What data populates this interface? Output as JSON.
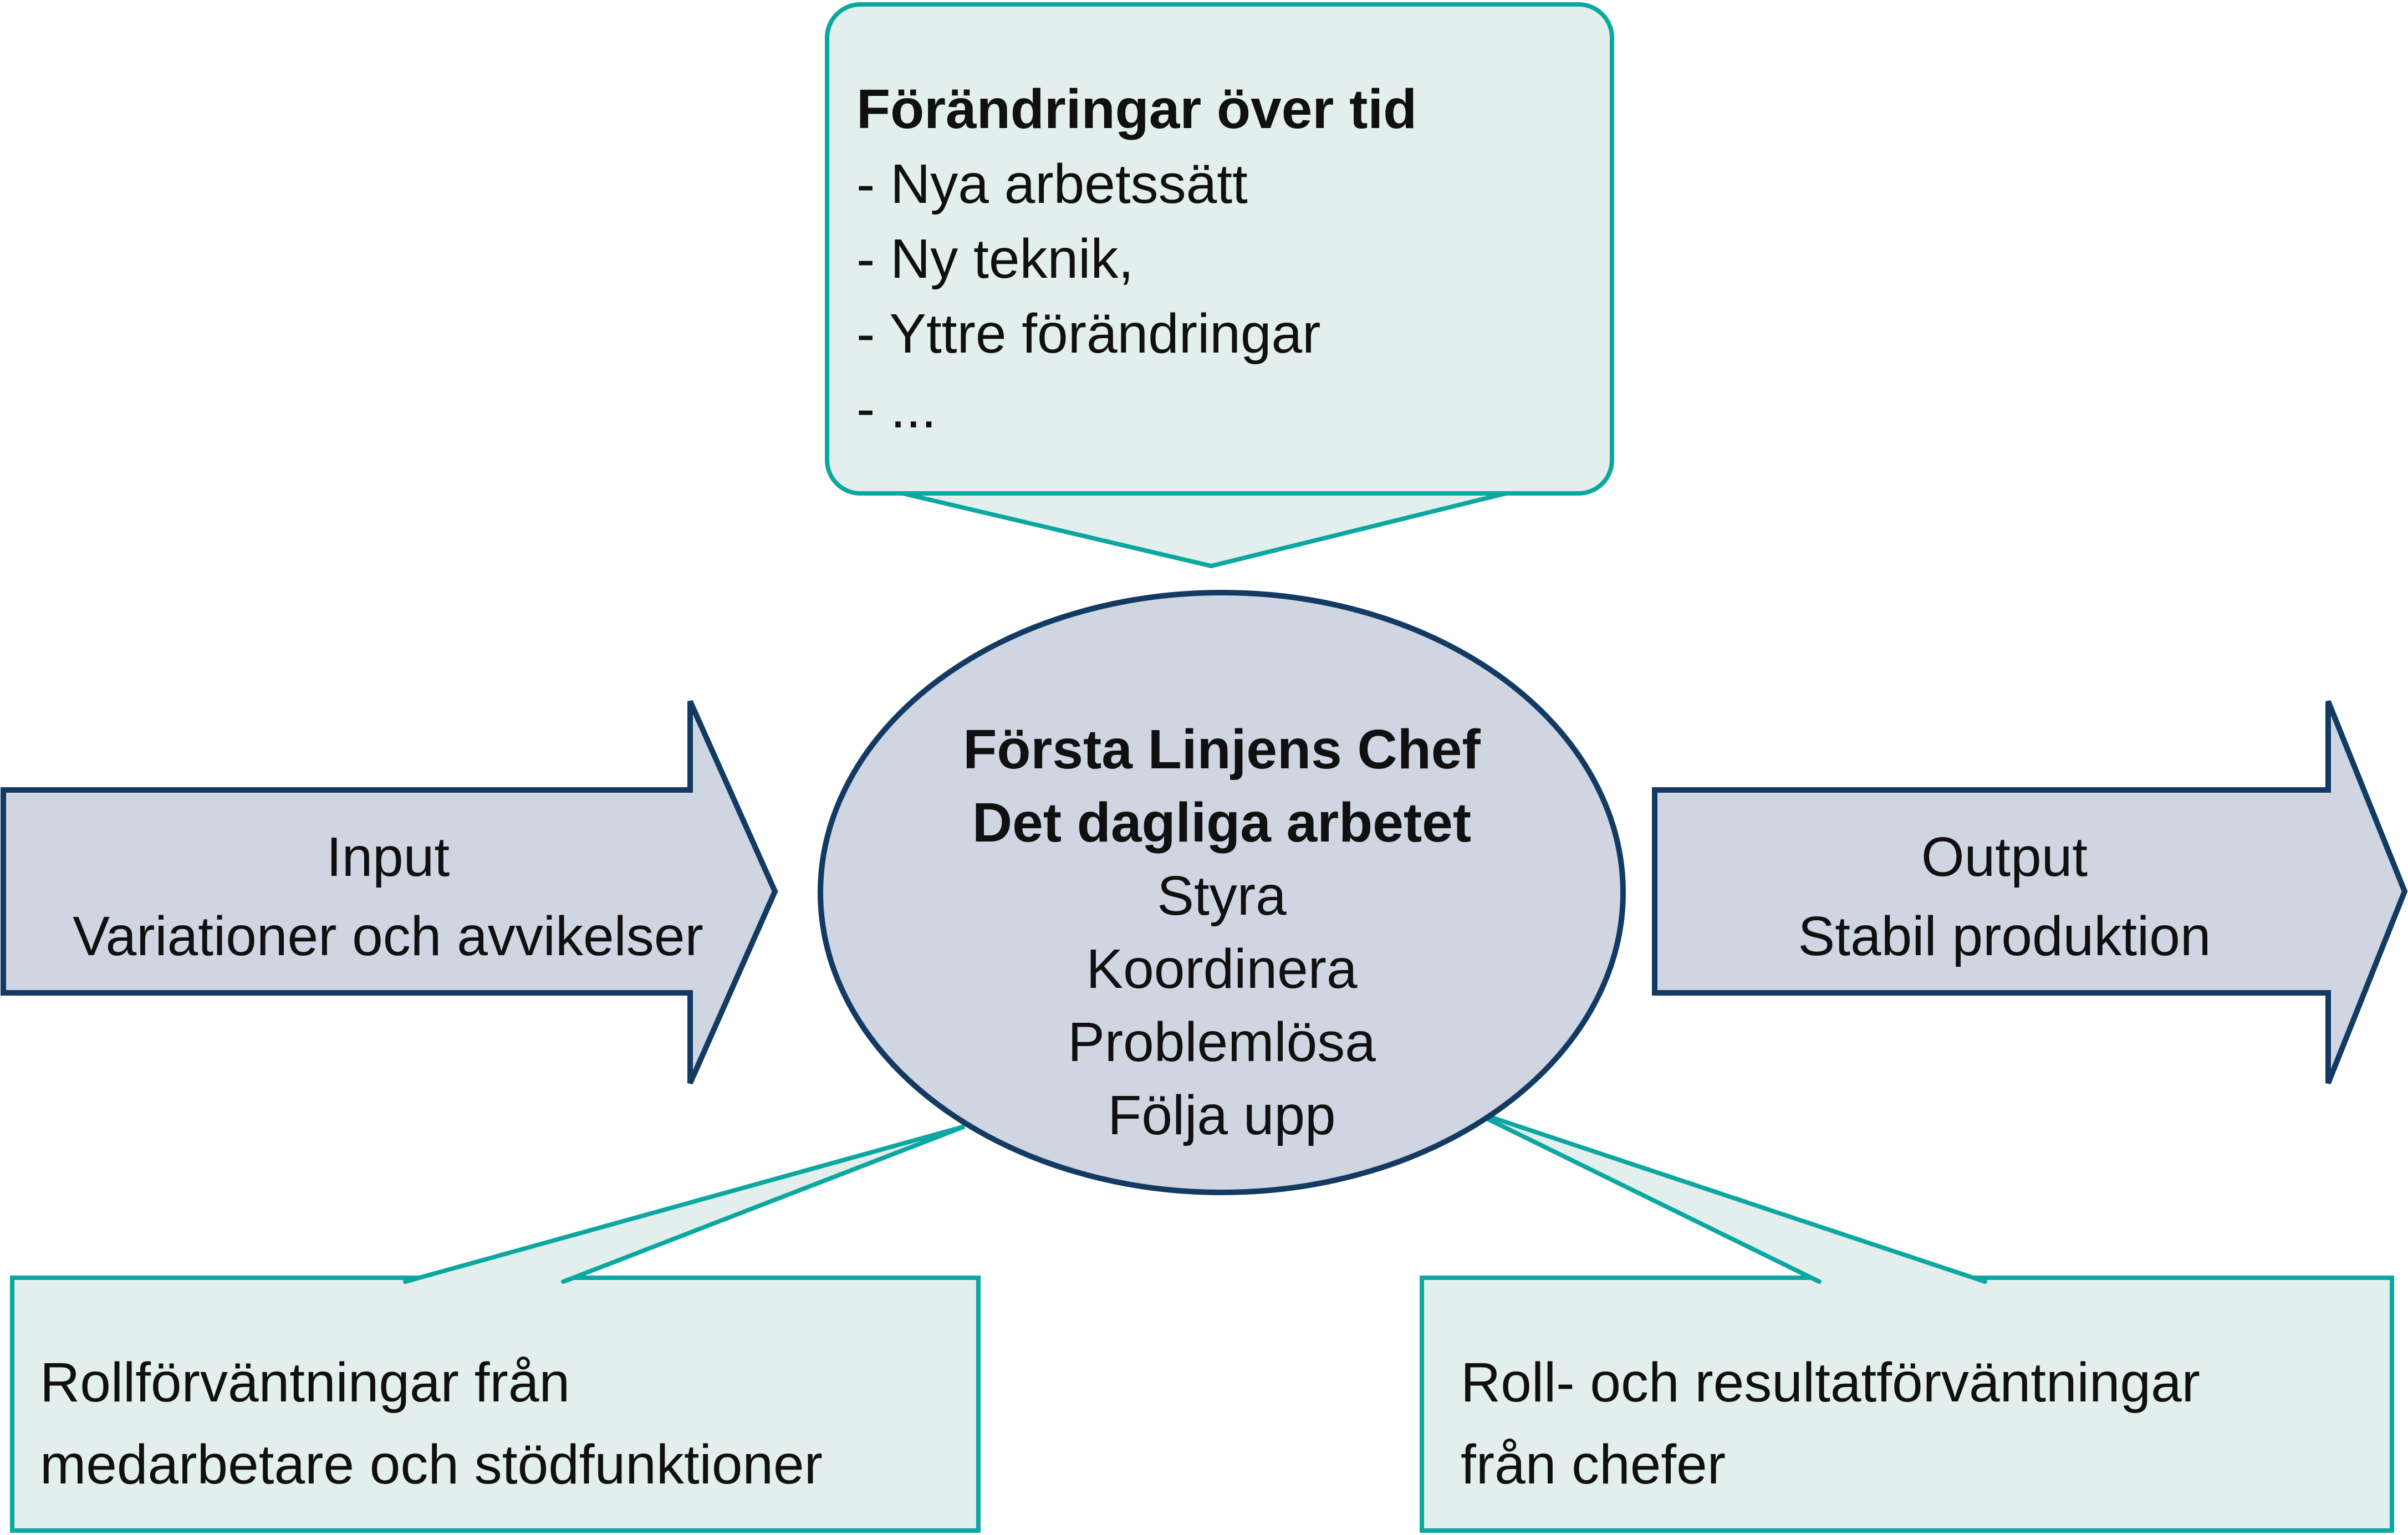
{
  "colors": {
    "teal": "#0BA7A1",
    "teal_fill": "#E3EFED",
    "navy": "#123A63",
    "blue_fill": "#CFD5E1",
    "text": "#101010",
    "background": "#FFFFFF"
  },
  "callout_top": {
    "lines": [
      "Förändringar över tid",
      "- Nya arbetssätt",
      "- Ny teknik,",
      "- Yttre förändringar",
      "- ..."
    ]
  },
  "ellipse": {
    "lines": [
      "Första Linjens Chef",
      "Det dagliga arbetet",
      "Styra",
      "Koordinera",
      "Problemlösa",
      "Följa upp"
    ]
  },
  "arrow_left": {
    "title": "Input",
    "subtitle": "Variationer och avvikelser"
  },
  "arrow_right": {
    "title": "Output",
    "subtitle": "Stabil produktion"
  },
  "callout_bottom_left": {
    "lines": [
      "Rollförväntningar från",
      "medarbetare och stödfunktioner"
    ]
  },
  "callout_bottom_right": {
    "lines": [
      "Roll- och resultatförväntningar",
      "från chefer"
    ]
  }
}
